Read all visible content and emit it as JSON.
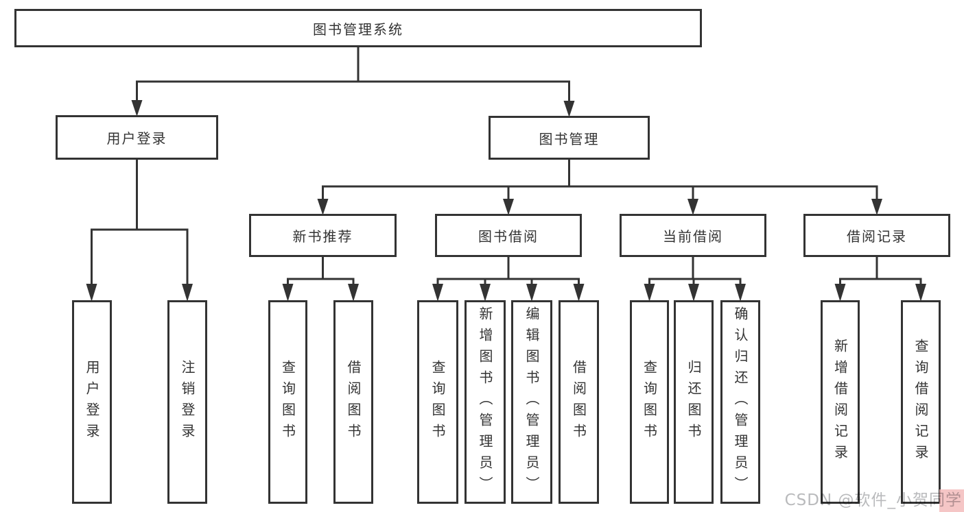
{
  "diagram_type": "hierarchy-tree",
  "colors": {
    "line": "#333333",
    "box_border": "#333333",
    "box_fill": "#ffffff",
    "text": "#333333",
    "watermark_text": "#b9babc",
    "watermark_accent": "#f2b8b8"
  },
  "root": {
    "label": "图书管理系统"
  },
  "branches": [
    {
      "label": "用户登录",
      "children": [
        {
          "label": "用户登录"
        },
        {
          "label": "注销登录"
        }
      ]
    },
    {
      "label": "图书管理",
      "children": [
        {
          "label": "新书推荐",
          "children": [
            {
              "label": "查询图书"
            },
            {
              "label": "借阅图书"
            }
          ]
        },
        {
          "label": "图书借阅",
          "children": [
            {
              "label": "查询图书"
            },
            {
              "label": "新增图书（管理员）"
            },
            {
              "label": "编辑图书（管理员）"
            },
            {
              "label": "借阅图书"
            }
          ]
        },
        {
          "label": "当前借阅",
          "children": [
            {
              "label": "查询图书"
            },
            {
              "label": "归还图书"
            },
            {
              "label": "确认归还（管理员）"
            }
          ]
        },
        {
          "label": "借阅记录",
          "children": [
            {
              "label": "新增借阅记录"
            },
            {
              "label": "查询借阅记录"
            }
          ]
        }
      ]
    }
  ],
  "watermark": {
    "text": "CSDN @软件_小贺同学"
  }
}
